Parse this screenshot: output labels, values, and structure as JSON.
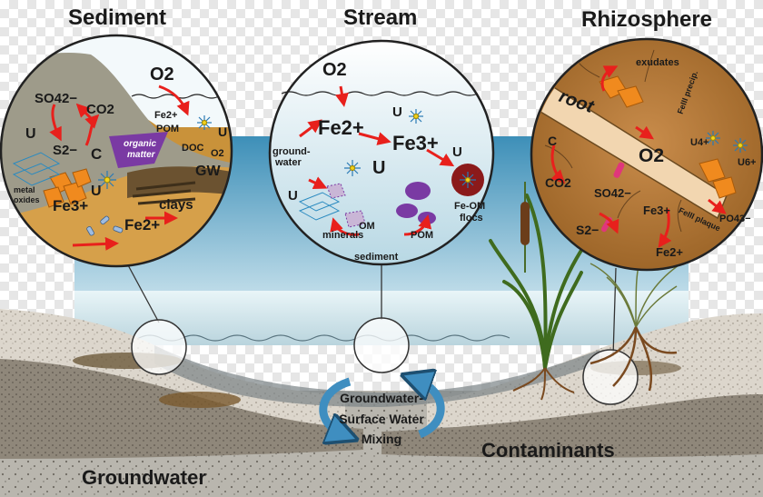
{
  "titles": {
    "sediment": "Sediment",
    "stream": "Stream",
    "rhizosphere": "Rhizosphere",
    "groundwater": "Groundwater",
    "contaminants": "Contaminants",
    "mixing_line1": "Groundwater-",
    "mixing_line2": "Surface Water",
    "mixing_line3": "Mixing"
  },
  "sediment": {
    "o2": "O2",
    "so4": "SO42−",
    "co2": "CO2",
    "u": "U",
    "s2": "S2−",
    "c": "C",
    "fe2_small": "Fe2+",
    "pom": "POM",
    "organic_line1": "organic",
    "organic_line2": "matter",
    "doc": "DOC",
    "o2_small": "O2",
    "u_right": "U",
    "gw": "GW",
    "metal_line1": "metal",
    "metal_line2": "oxides",
    "u_bottom": "U",
    "clays": "clays",
    "fe3": "Fe3+",
    "fe2": "Fe2+"
  },
  "stream": {
    "o2": "O2",
    "fe2": "Fe2+",
    "fe3": "Fe3+",
    "u_top": "U",
    "u_mid": "U",
    "u_right": "U",
    "u_left": "U",
    "gw_line1": "ground-",
    "gw_line2": "water",
    "om": "OM",
    "minerals": "minerals",
    "pom": "POM",
    "sediment": "sediment",
    "feom_line1": "Fe-OM",
    "feom_line2": "flocs"
  },
  "rhizosphere": {
    "exudates": "exudates",
    "root": "root",
    "feiii_precip": "FeIII precip.",
    "c": "C",
    "o2": "O2",
    "u4": "U4+",
    "u6": "U6+",
    "co2": "CO2",
    "so4": "SO42−",
    "fe3": "Fe3+",
    "feiii_plaque": "FeIII plaque",
    "po4": "PO43−",
    "s2": "S2−",
    "fe2": "Fe2+"
  },
  "colors": {
    "sky_top": "#3d8fb8",
    "sky_bottom": "#d8edf4",
    "sediment_brown": "#c9923a",
    "arrow_red": "#e8201c",
    "fe_om_floc": "#8b1a1a",
    "purple_om": "#7a3aa3",
    "orange_oxide": "#f08a1e",
    "groundwater_gray": "#9ca3a6",
    "mixing_arrow": "#3f8ec0"
  }
}
